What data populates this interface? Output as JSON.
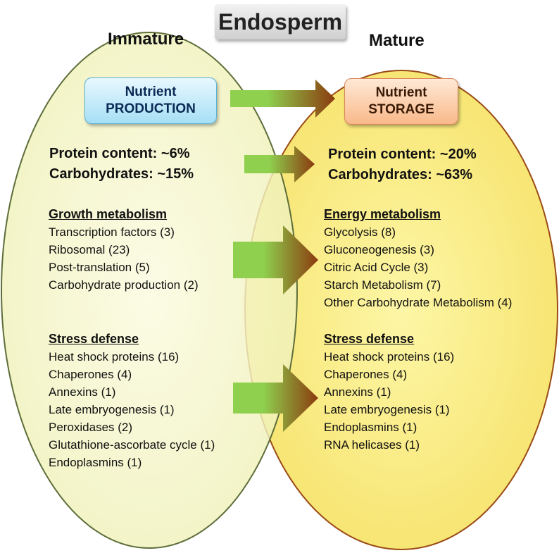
{
  "title": "Endosperm",
  "left": {
    "stage": "Immature",
    "box_line1": "Nutrient",
    "box_line2": "PRODUCTION",
    "protein": "Protein content: ~6%",
    "carbs": "Carbohydrates: ~15%",
    "section1": {
      "heading": "Growth metabolism",
      "items": [
        "Transcription factors (3)",
        "Ribosomal (23)",
        "Post-translation (5)",
        "Carbohydrate production (2)"
      ]
    },
    "section2": {
      "heading": "Stress defense",
      "items": [
        "Heat shock proteins (16)",
        "Chaperones (4)",
        "Annexins (1)",
        "Late embryogenesis (1)",
        "Peroxidases (2)",
        "Glutathione-ascorbate cycle (1)",
        "Endoplasmins (1)"
      ]
    }
  },
  "right": {
    "stage": "Mature",
    "box_line1": "Nutrient",
    "box_line2": "STORAGE",
    "protein": "Protein content: ~20%",
    "carbs": "Carbohydrates: ~63%",
    "section1": {
      "heading": "Energy metabolism",
      "items": [
        "Glycolysis (8)",
        "Gluconeogenesis (3)",
        "Citric Acid Cycle (3)",
        "Starch Metabolism (7)",
        "Other Carbohydrate Metabolism (4)"
      ]
    },
    "section2": {
      "heading": "Stress defense",
      "items": [
        "Heat shock proteins (16)",
        "Chaperones (4)",
        "Annexins (1)",
        "Late embryogenesis (1)",
        "Endoplasmins (1)",
        "RNA helicases (1)"
      ]
    }
  },
  "colors": {
    "left_ellipse_fill": "#f7f7c8",
    "left_ellipse_stroke": "#5e6e3a",
    "right_ellipse_fill": "#fbf08a",
    "right_ellipse_stroke": "#9a4b16",
    "arrow_start": "#8fd14f",
    "arrow_end": "#8b3a0e"
  }
}
